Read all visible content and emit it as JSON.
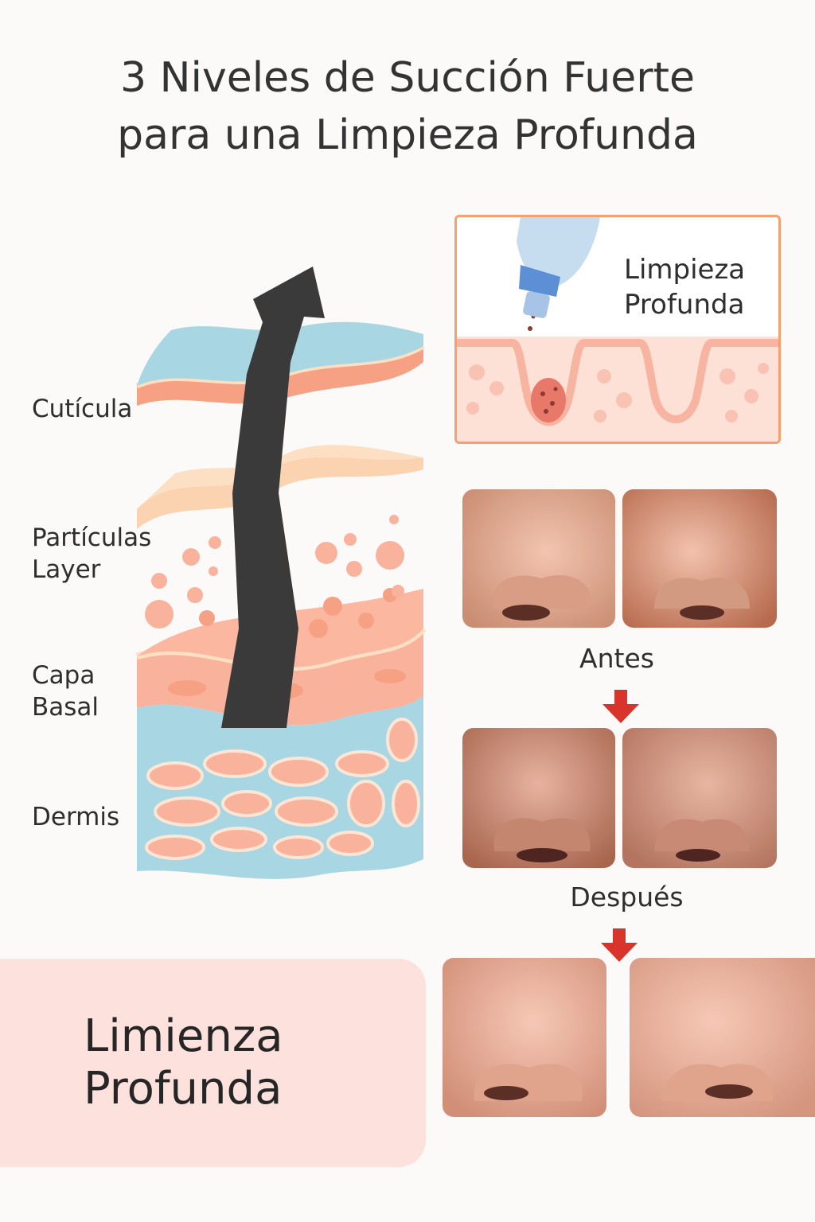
{
  "title": {
    "line1": "3 Niveles de Succión Fuerte",
    "line2": "para una Limpieza Profunda"
  },
  "layers": {
    "cuticula": "Cutícula",
    "particulas_line1": "Partículas",
    "particulas_line2": "Layer",
    "capa_line1": "Capa",
    "capa_line2": "Basal",
    "dermis": "Dermis"
  },
  "panel": {
    "line1": "Limpieza",
    "line2": "Profunda"
  },
  "captions": {
    "antes": "Antes",
    "despues": "Después"
  },
  "banner": {
    "line1": "Limienza",
    "line2": "Profunda"
  },
  "colors": {
    "accent_orange": "#f4a06f",
    "arrow_red": "#d9342b",
    "skin_pink": "#f9b29b",
    "layer_blue": "#a9d6e3",
    "layer_cream": "#fde0c3",
    "banner_pink": "#fde1dc",
    "arrow_dark": "#3a3a3a"
  },
  "icons": {
    "big_arrow": "up-arrow-icon",
    "step_arrow": "down-arrow-icon"
  }
}
